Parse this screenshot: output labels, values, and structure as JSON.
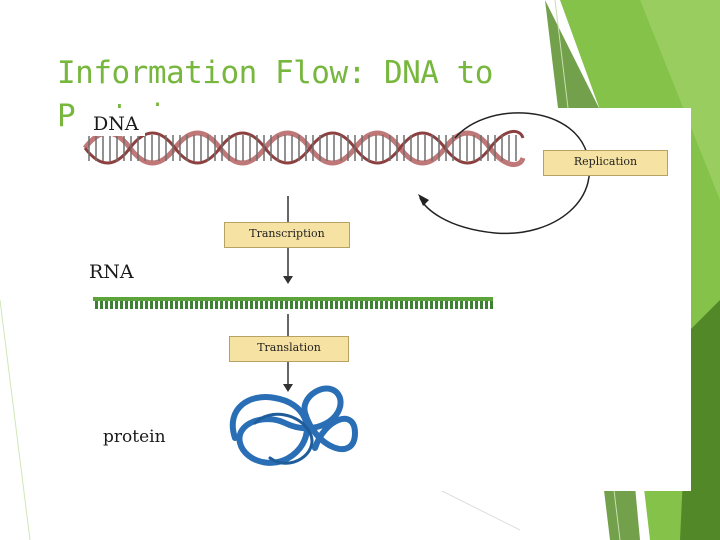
{
  "slide": {
    "title": "Information Flow: DNA to Protein",
    "colors": {
      "accent_green": "#77b73e",
      "dark_green": "#5a8f2c",
      "label_box": "#f6e2a2",
      "protein_blue": "#2a6fb5"
    }
  },
  "diagram": {
    "molecules": {
      "dna": "DNA",
      "rna": "RNA",
      "protein": "protein"
    },
    "processes": {
      "replication": "Replication",
      "transcription": "Transcription",
      "translation": "Translation"
    },
    "icons": [
      "dna-helix-icon",
      "rna-strand-icon",
      "protein-coil-icon",
      "arrow-down-icon",
      "circular-arrow-icon"
    ]
  }
}
